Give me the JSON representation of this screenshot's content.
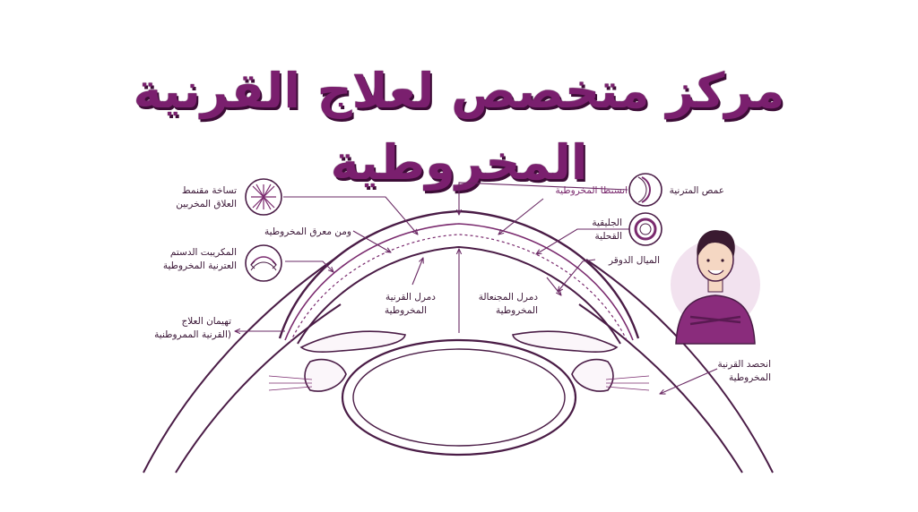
{
  "title": "مركز متخصص لعلاج القرنية المخروطية",
  "colors": {
    "accent": "#7a1f6e",
    "line": "#4a1c46",
    "accent_light": "#a04a96",
    "avatar_bg": "#f2e2ef",
    "sweater": "#8a2c7c"
  },
  "labels": {
    "left_1_a": "تساخة مقنمط",
    "left_1_b": "العلاق المخربين",
    "left_2": "ومن معرق المخروطية",
    "left_3_a": "المكريبت الدستم",
    "left_3_b": "العترنية المخروطية",
    "left_4_a": "تهيمان العلاج",
    "left_4_b": "القرنية الممروطنية)",
    "center_left_a": "دمرل القرنية",
    "center_left_b": "المخروطية",
    "center_right_a": "دمرل المجنعالة",
    "center_right_b": "المخروطية",
    "top_right_1": "انستطا المخروطية",
    "top_right_2": "عمص المترنية",
    "right_2_a": "الجليقية",
    "right_2_b": "القحلية",
    "right_3": "الميال الدوقر",
    "right_4_a": "انحصد القرنية",
    "right_4_b": "المخروطية"
  },
  "icons": {
    "icon_1": "radial-burst-icon",
    "icon_2": "lens-arc-icon",
    "icon_3": "cornea-profile-icon",
    "icon_4": "concentric-ring-icon",
    "avatar": "smiling-man-avatar"
  }
}
